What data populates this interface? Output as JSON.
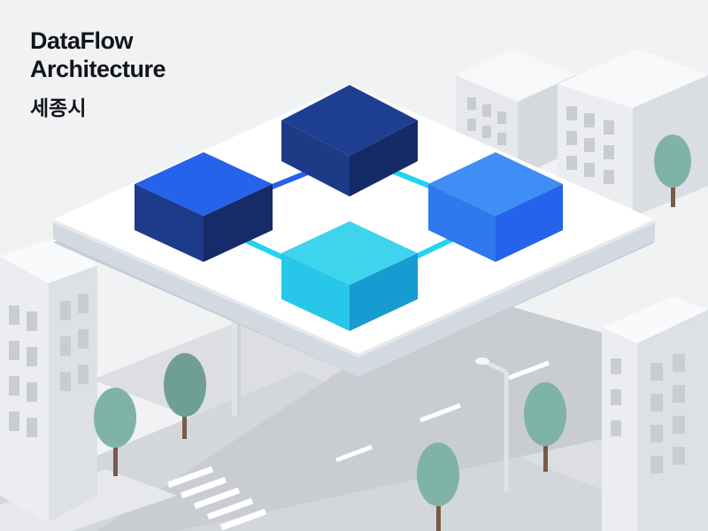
{
  "title": {
    "line1": "DataFlow",
    "line2": "Architecture"
  },
  "subtitle": "세종시",
  "nodes": [
    {
      "name": "left-block",
      "colors": {
        "top": "#2563eb",
        "left": "#1e3a8a",
        "right": "#172554"
      }
    },
    {
      "name": "top-block",
      "colors": {
        "top": "#1e3a8a",
        "left": "#1e3a8a",
        "right": "#172554"
      }
    },
    {
      "name": "right-block",
      "colors": {
        "top": "#3b82f6",
        "left": "#2563eb",
        "right": "#1d4ed8"
      }
    },
    {
      "name": "bottom-block",
      "colors": {
        "top": "#22d3ee",
        "left": "#22c5e8",
        "right": "#0ea5c9"
      }
    }
  ],
  "connector_colors": {
    "navy": "#2563eb",
    "cyan": "#22d3ee"
  },
  "palette": {
    "background": "#f1f2f4",
    "platform_top": "#ffffff",
    "platform_edge": "#cfd6de",
    "building": "#ebedf0",
    "building_shade": "#d6d9de",
    "window": "#c9ccd2",
    "road": "#d7d9dd",
    "tree": "#7fb3a6",
    "tree_dark": "#6f9f93",
    "trunk": "#7a5a4a"
  }
}
